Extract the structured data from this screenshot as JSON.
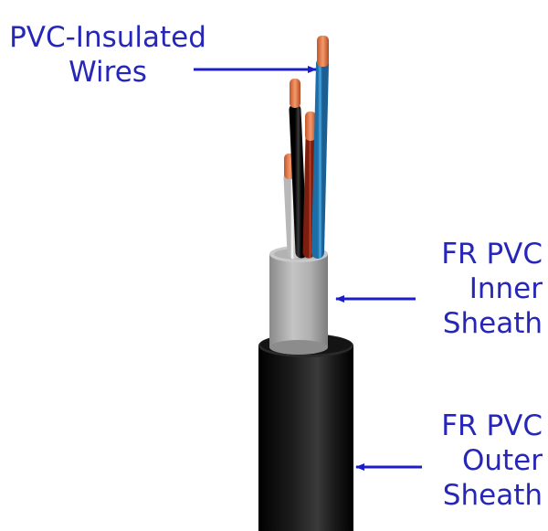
{
  "labels": {
    "wires": {
      "line1": "PVC-Insulated",
      "line2": "Wires"
    },
    "inner": {
      "line1": "FR PVC",
      "line2": "Inner",
      "line3": "Sheath"
    },
    "outer": {
      "line1": "FR PVC",
      "line2": "Outer",
      "line3": "Sheath"
    }
  },
  "colors": {
    "label_text": "#2626b8",
    "arrow": "#1d1dc8",
    "outer_sheath": "#0a0a0a",
    "inner_sheath": "#a8a8a8",
    "wire_blue": "#2f8fd0",
    "wire_red": "#b8321c",
    "wire_black": "#151515",
    "wire_white": "#f2f2f2",
    "copper": "#e8734a"
  }
}
